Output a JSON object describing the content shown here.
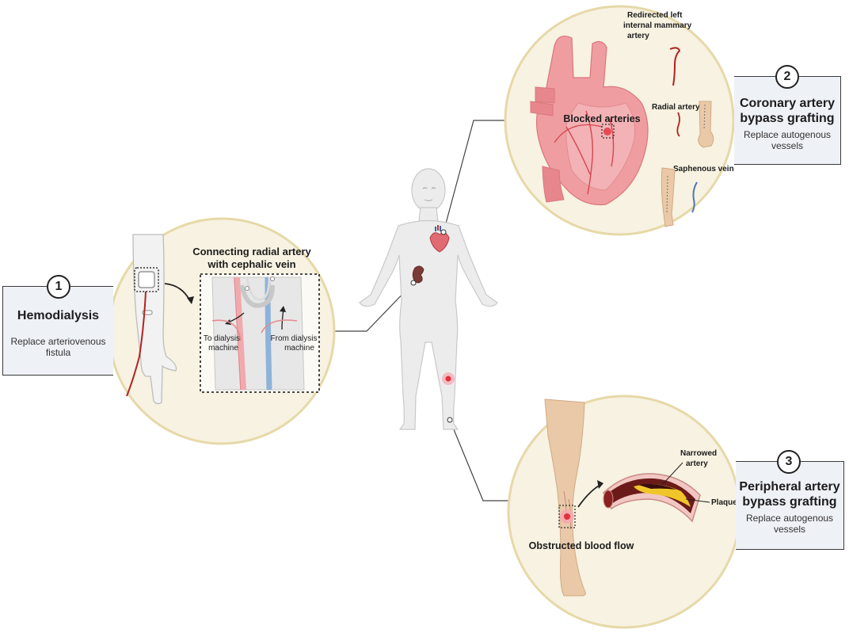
{
  "panels": {
    "hemodialysis": {
      "number": "1",
      "title": "Hemodialysis",
      "subtitle_line1": "Replace arteriovenous",
      "subtitle_line2": "fistula",
      "detail_title_line1": "Connecting radial artery",
      "detail_title_line2": "with cephalic vein",
      "to_label_line1": "To dialysis",
      "to_label_line2": "machine",
      "from_label_line1": "From dialysis",
      "from_label_line2": "machine"
    },
    "coronary": {
      "number": "2",
      "title_line1": "Coronary artery",
      "title_line2": "bypass grafting",
      "subtitle_line1": "Replace autogenous",
      "subtitle_line2": "vessels",
      "blocked_label": "Blocked arteries",
      "mammary_line1": "Redirected left",
      "mammary_line2": "internal mammary",
      "mammary_line3": "artery",
      "radial_label": "Radial artery",
      "saphenous_label": "Saphenous vein"
    },
    "peripheral": {
      "number": "3",
      "title_line1": "Peripheral artery",
      "title_line2": "bypass grafting",
      "subtitle_line1": "Replace autogenous",
      "subtitle_line2": "vessels",
      "narrowed_line1": "Narrowed",
      "narrowed_line2": "artery",
      "plaque_label": "Plaque",
      "obstructed_label": "Obstructed blood flow"
    }
  },
  "colors": {
    "circle_fill": "#f7f2e1",
    "circle_border": "#e6d9a8",
    "card_fill": "#eef1f6",
    "skin": "#eac9a8",
    "artery": "#b22222",
    "vein": "#4a79b8",
    "heart": "#e8858a"
  }
}
